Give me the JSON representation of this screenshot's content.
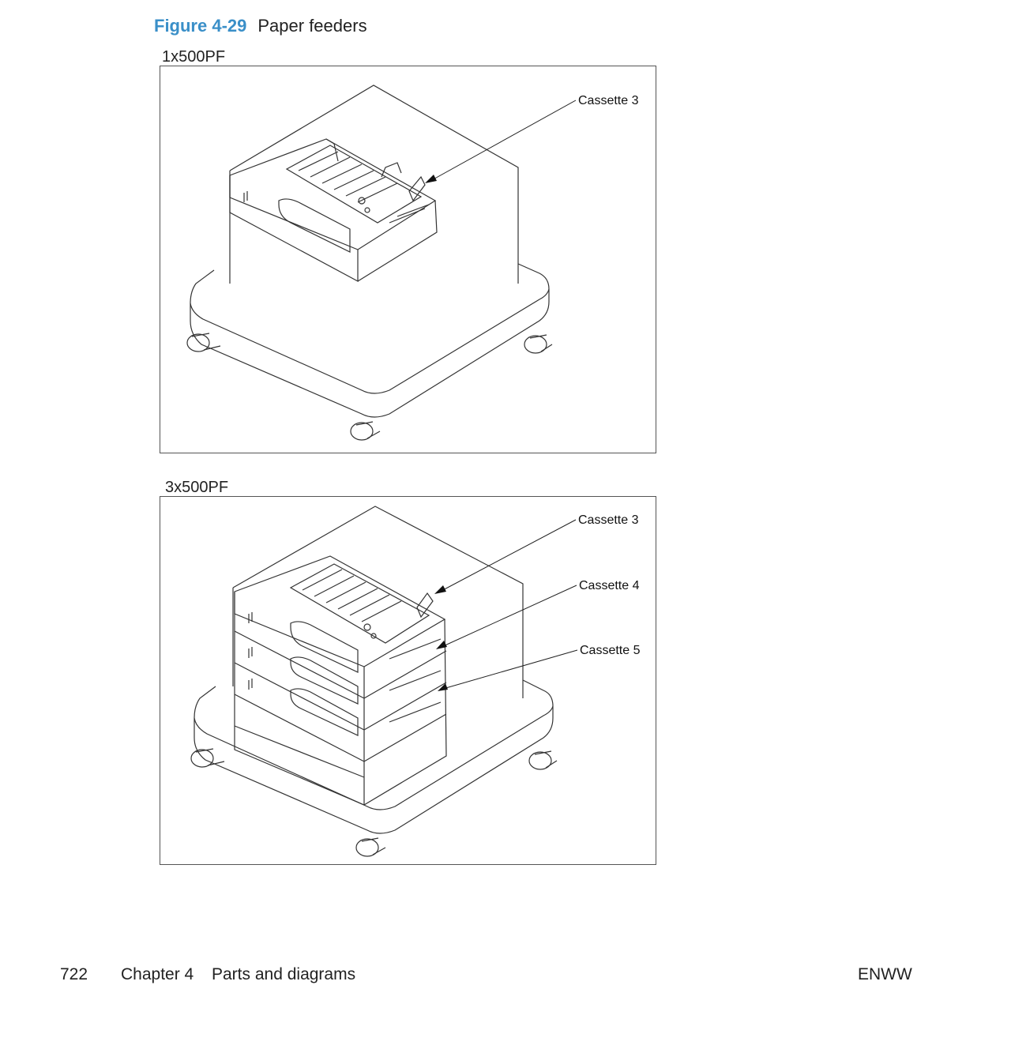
{
  "figure": {
    "number": "Figure 4-29",
    "title": "Paper feeders"
  },
  "panels": [
    {
      "label": "1x500PF",
      "callouts": [
        "Cassette 3"
      ]
    },
    {
      "label": "3x500PF",
      "callouts": [
        "Cassette 3",
        "Cassette 4",
        "Cassette 5"
      ]
    }
  ],
  "footer": {
    "page_number": "722",
    "chapter": "Chapter 4",
    "section": "Parts and diagrams",
    "right": "ENWW"
  }
}
